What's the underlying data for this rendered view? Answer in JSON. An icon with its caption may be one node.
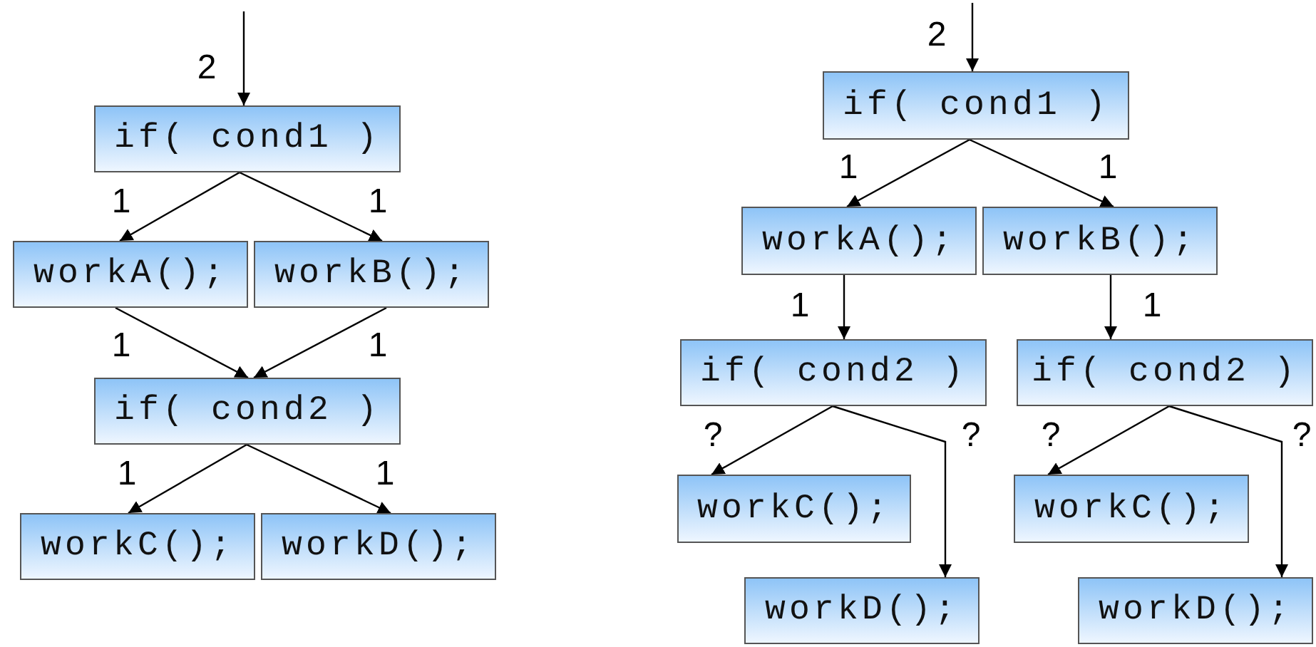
{
  "diagram": {
    "nodes": [
      {
        "text": [
          "if( cond1 )"
        ]
      },
      {
        "text": [
          "workA();"
        ]
      },
      {
        "text": [
          "workB();"
        ]
      },
      {
        "text": [
          "if( cond2 )"
        ]
      },
      {
        "text": [
          "workC();"
        ]
      },
      {
        "text": [
          "workD();"
        ]
      },
      {
        "text": [
          "if( cond1 )"
        ]
      },
      {
        "text": [
          "workA();"
        ]
      },
      {
        "text": [
          "workB();"
        ]
      },
      {
        "text": [
          "if( cond2 )"
        ]
      },
      {
        "text": [
          "if( cond2 )"
        ]
      },
      {
        "text": [
          "workC();"
        ]
      },
      {
        "text": [
          "workD();"
        ]
      },
      {
        "text": [
          "workC();"
        ]
      },
      {
        "text": [
          "workD();"
        ]
      }
    ],
    "edges": [
      {
        "from": null,
        "to": 0,
        "arrow": "to",
        "label": "2"
      },
      {
        "from": 0,
        "to": 1,
        "arrow": "to",
        "label": "1"
      },
      {
        "from": 0,
        "to": 2,
        "arrow": "to",
        "label": "1"
      },
      {
        "from": 1,
        "to": 3,
        "arrow": "to",
        "label": "1"
      },
      {
        "from": 2,
        "to": 3,
        "arrow": "to",
        "label": "1"
      },
      {
        "from": 3,
        "to": 4,
        "arrow": "to",
        "label": "1"
      },
      {
        "from": 3,
        "to": 5,
        "arrow": "to",
        "label": "1"
      },
      {
        "from": null,
        "to": 6,
        "arrow": "to",
        "label": "2"
      },
      {
        "from": 6,
        "to": 7,
        "arrow": "to",
        "label": "1"
      },
      {
        "from": 6,
        "to": 8,
        "arrow": "to",
        "label": "1"
      },
      {
        "from": 7,
        "to": 9,
        "arrow": "to",
        "label": "1"
      },
      {
        "from": 8,
        "to": 10,
        "arrow": "to",
        "label": "1"
      },
      {
        "from": 9,
        "to": 11,
        "arrow": "to",
        "label": "?"
      },
      {
        "from": 9,
        "to": 12,
        "arrow": "to",
        "label": "?"
      },
      {
        "from": 10,
        "to": 13,
        "arrow": "to",
        "label": "?"
      },
      {
        "from": 10,
        "to": 14,
        "arrow": "to",
        "label": "?"
      }
    ]
  }
}
